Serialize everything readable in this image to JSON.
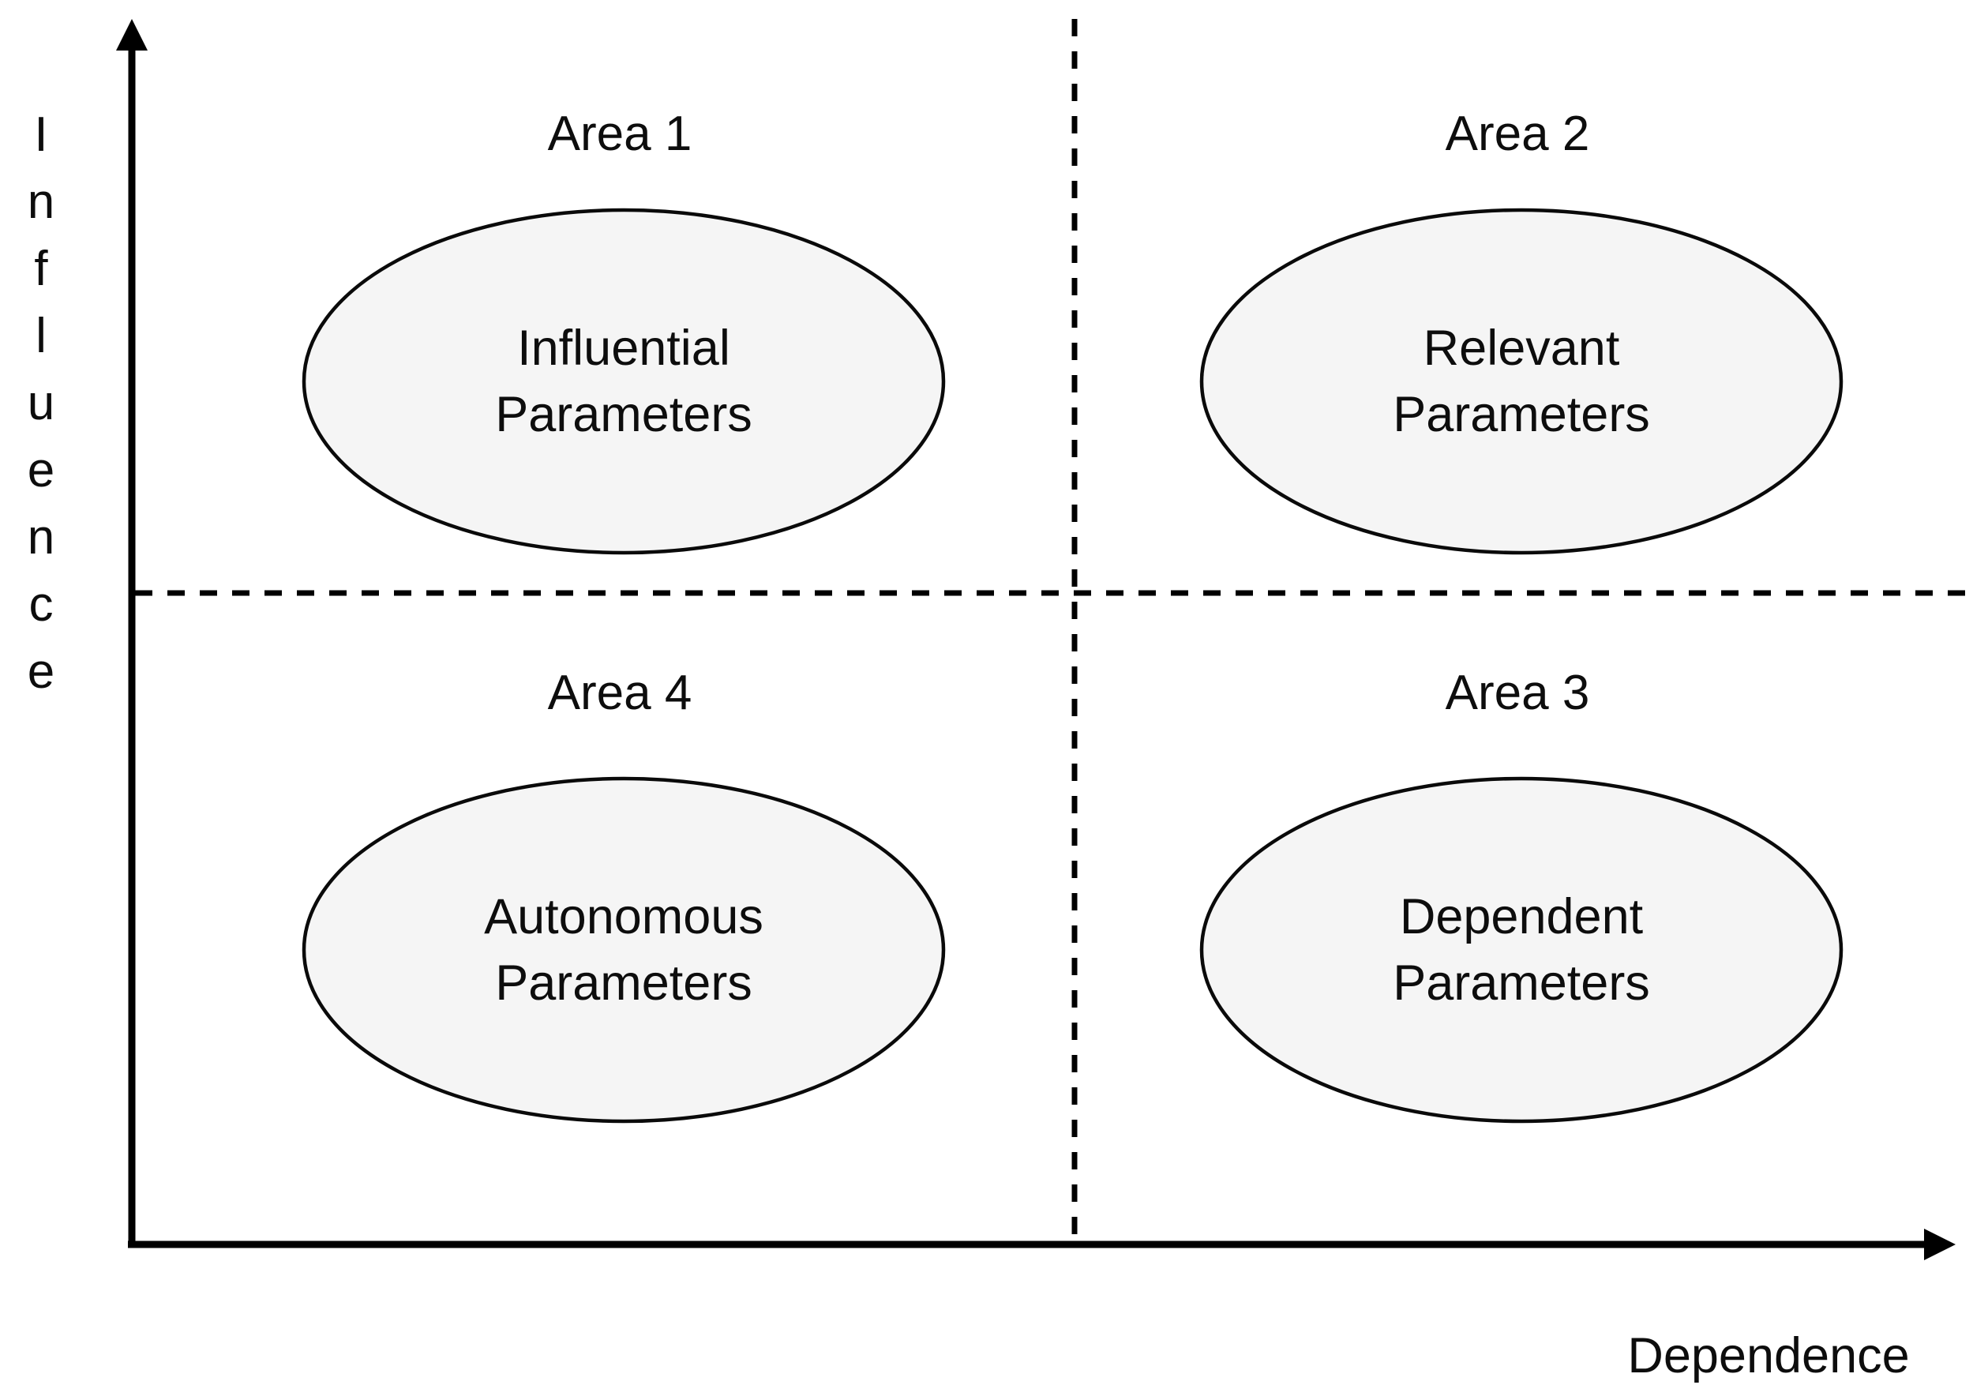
{
  "axes": {
    "y": {
      "letters": [
        "I",
        "n",
        "f",
        "l",
        "u",
        "e",
        "n",
        "c",
        "e"
      ]
    },
    "x": {
      "label": "Dependence"
    }
  },
  "quadrants": {
    "area1": {
      "label": "Area 1",
      "ellipse": {
        "line1": "Influential",
        "line2": "Parameters"
      }
    },
    "area2": {
      "label": "Area 2",
      "ellipse": {
        "line1": "Relevant",
        "line2": "Parameters"
      }
    },
    "area3": {
      "label": "Area 3",
      "ellipse": {
        "line1": "Dependent",
        "line2": "Parameters"
      }
    },
    "area4": {
      "label": "Area 4",
      "ellipse": {
        "line1": "Autonomous",
        "line2": "Parameters"
      }
    }
  },
  "colors": {
    "background": "#ffffff",
    "line": "#000000",
    "text": "#0d0d0d",
    "ellipse_fill": "#f5f5f5"
  }
}
